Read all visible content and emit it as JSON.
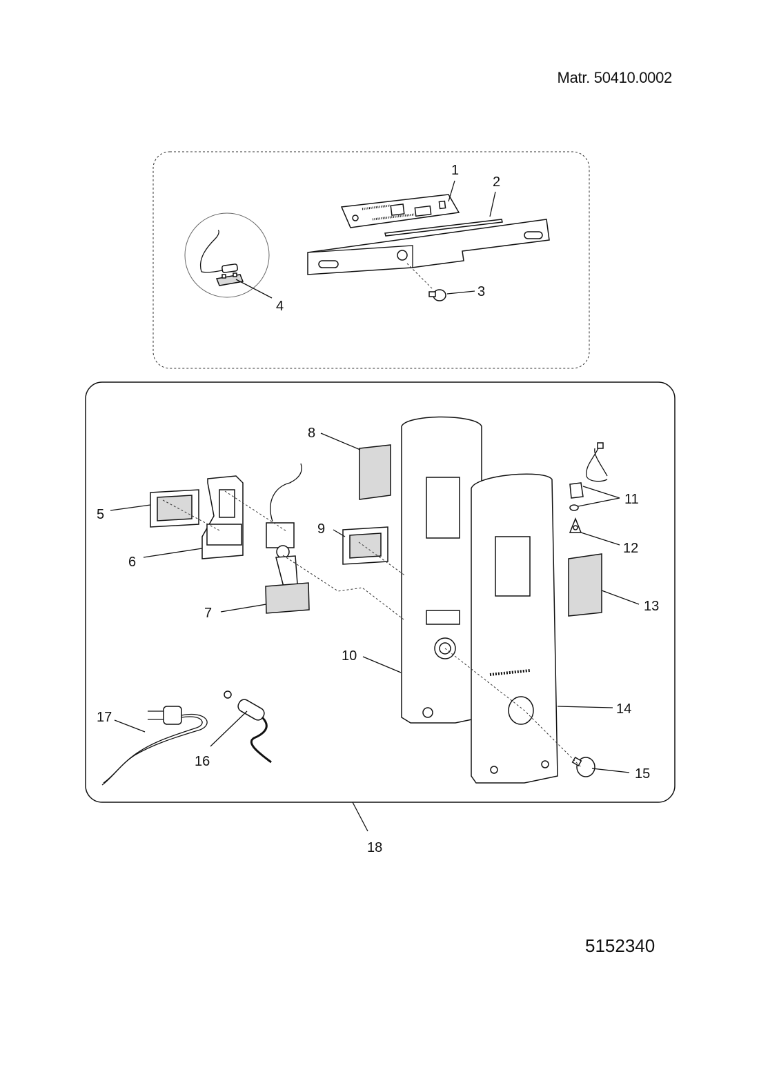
{
  "header": {
    "material_number": "Matr. 50410.0002"
  },
  "footer": {
    "drawing_number": "5152340"
  },
  "callouts": [
    "1",
    "2",
    "3",
    "4",
    "5",
    "6",
    "7",
    "8",
    "9",
    "10",
    "11",
    "12",
    "13",
    "14",
    "15",
    "16",
    "17",
    "18"
  ]
}
